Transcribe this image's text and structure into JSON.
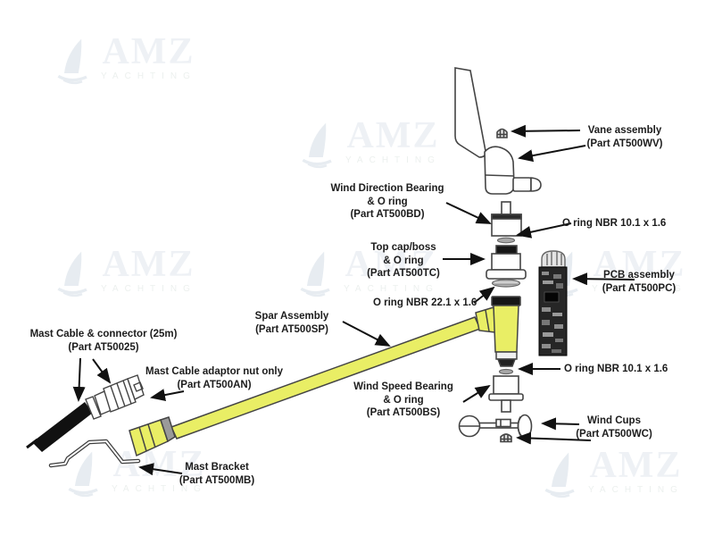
{
  "brand": {
    "name": "AMZ",
    "subtitle": "YACHTING",
    "watermark_color": "#eef1f5"
  },
  "colors": {
    "spar_yellow": "#e9ee65",
    "part_outline": "#444444",
    "arrow_black": "#111111",
    "label_text": "#1c1c1c"
  },
  "labels": [
    {
      "id": "vane-assembly",
      "lines": [
        "Vane assembly",
        "(Part AT500WV)"
      ]
    },
    {
      "id": "wind-direction-bearing",
      "lines": [
        "Wind Direction Bearing",
        "& O ring",
        "(Part AT500BD)"
      ]
    },
    {
      "id": "o-ring-upper",
      "lines": [
        "O ring NBR 10.1 x 1.6"
      ]
    },
    {
      "id": "top-cap-boss",
      "lines": [
        "Top cap/boss",
        "& O ring",
        "(Part AT500TC)"
      ]
    },
    {
      "id": "o-ring-large",
      "lines": [
        "O ring NBR 22.1 x 1.6"
      ]
    },
    {
      "id": "pcb-assembly",
      "lines": [
        "PCB assembly",
        "(Part AT500PC)"
      ]
    },
    {
      "id": "spar-assembly",
      "lines": [
        "Spar Assembly",
        "(Part AT500SP)"
      ]
    },
    {
      "id": "mast-cable-connector",
      "lines": [
        "Mast Cable & connector (25m)",
        "(Part AT50025)"
      ]
    },
    {
      "id": "mast-cable-adaptor-nut",
      "lines": [
        "Mast Cable adaptor nut only",
        "(Part AT500AN)"
      ]
    },
    {
      "id": "wind-speed-bearing",
      "lines": [
        "Wind Speed Bearing",
        "& O ring",
        "(Part AT500BS)"
      ]
    },
    {
      "id": "o-ring-lower",
      "lines": [
        "O ring NBR 10.1 x 1.6"
      ]
    },
    {
      "id": "wind-cups",
      "lines": [
        "Wind Cups",
        "(Part AT500WC)"
      ]
    },
    {
      "id": "mast-bracket",
      "lines": [
        "Mast Bracket",
        "(Part AT500MB)"
      ]
    }
  ]
}
